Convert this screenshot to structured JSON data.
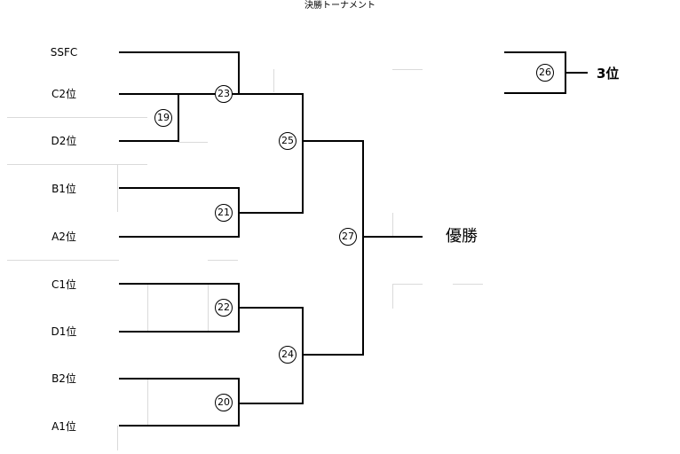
{
  "title": "決勝トーナメント",
  "teams": [
    "SSFC",
    "C2位",
    "D2位",
    "B1位",
    "A2位",
    "C1位",
    "D1位",
    "B2位",
    "A1位"
  ],
  "matches": {
    "m19": "19",
    "m20": "20",
    "m21": "21",
    "m22": "22",
    "m23": "23",
    "m24": "24",
    "m25": "25",
    "m26": "26",
    "m27": "27"
  },
  "results": {
    "champion": "優勝",
    "third_place": "3位"
  }
}
